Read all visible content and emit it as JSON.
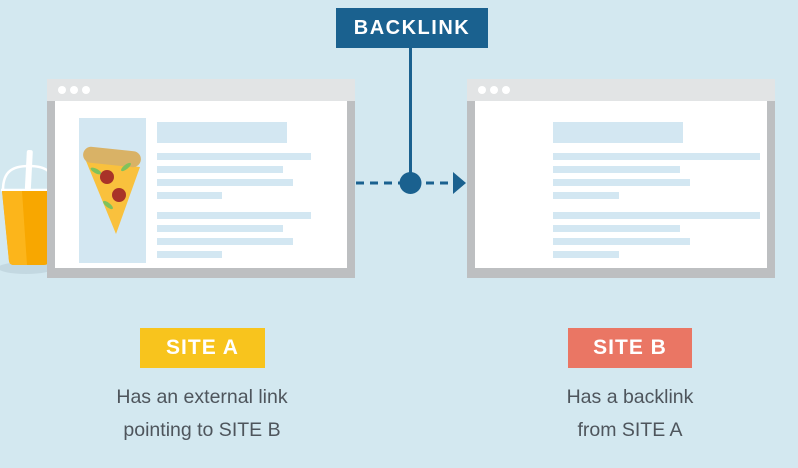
{
  "backlink_label": "BACKLINK",
  "site_a": {
    "tag": "SITE A",
    "caption_line1": "Has an external link",
    "caption_line2": "pointing to SITE B"
  },
  "site_b": {
    "tag": "SITE B",
    "caption_line1": "Has a backlink",
    "caption_line2": "from SITE A"
  },
  "icons": {
    "window_controls": "window-dots-icon",
    "site_a_image": "pizza-slice-icon",
    "foreground": "juice-cup-icon",
    "connector": "backlink-arrow-icon"
  },
  "colors": {
    "background": "#d3e8f0",
    "accent_blue": "#1a618f",
    "site_a_yellow": "#f8c41d",
    "site_b_salmon": "#ea7664",
    "caption_text": "#4e555c",
    "window_frame": "#bdbfc1",
    "window_titlebar": "#e2e4e5",
    "placeholder_blue": "#d3e7f2"
  }
}
